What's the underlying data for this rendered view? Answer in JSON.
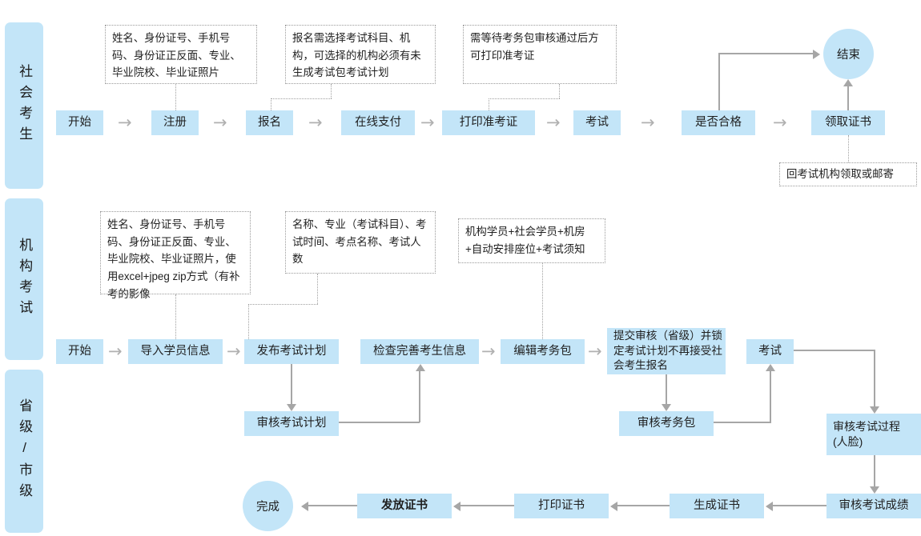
{
  "lanes": [
    {
      "label": "社会考生"
    },
    {
      "label": "机构考试"
    },
    {
      "label": "省级/市级"
    }
  ],
  "social_row": {
    "nodes": [
      {
        "label": "开始"
      },
      {
        "label": "注册"
      },
      {
        "label": "报名"
      },
      {
        "label": "在线支付"
      },
      {
        "label": "打印准考证"
      },
      {
        "label": "考试"
      },
      {
        "label": "是否合格"
      },
      {
        "label": "领取证书"
      }
    ],
    "terminal": {
      "label": "结束"
    },
    "notes": [
      {
        "label": "姓名、身份证号、手机号码、身份证正反面、专业、毕业院校、毕业证照片"
      },
      {
        "label": "报名需选择考试科目、机构，可选择的机构必须有未生成考试包考试计划"
      },
      {
        "label": "需等待考务包审核通过后方可打印准考证"
      },
      {
        "label": "回考试机构领取或邮寄"
      }
    ]
  },
  "org_row": {
    "nodes": [
      {
        "label": "开始"
      },
      {
        "label": "导入学员信息"
      },
      {
        "label": "发布考试计划"
      },
      {
        "label": "检查完善考生信息"
      },
      {
        "label": "编辑考务包"
      },
      {
        "label": "提交审核（省级）并锁定考试计划不再接受社会考生报名"
      },
      {
        "label": "考试"
      }
    ],
    "notes": [
      {
        "label": "姓名、身份证号、手机号码、身份证正反面、专业、毕业院校、毕业证照片，使用excel+jpeg zip方式（有补考的影像"
      },
      {
        "label": "名称、专业（考试科目）、考试时间、考点名称、考试人数"
      },
      {
        "label": "机构学员+社会学员+机房+自动安排座位+考试须知"
      }
    ]
  },
  "province_row": {
    "nodes": [
      {
        "label": "审核考试计划"
      },
      {
        "label": "审核考务包"
      },
      {
        "label": "审核考试过程\n(人脸)"
      },
      {
        "label": "审核考试成绩"
      },
      {
        "label": "生成证书"
      },
      {
        "label": "打印证书"
      },
      {
        "label": "发放证书"
      }
    ],
    "terminal": {
      "label": "完成"
    }
  },
  "colors": {
    "node_fill": "#c3e5f8",
    "connector": "#a6a6a6",
    "note_border": "#9a9a9a",
    "text": "#1f1f1f"
  },
  "glyphs": {
    "arrow_right": "→"
  }
}
